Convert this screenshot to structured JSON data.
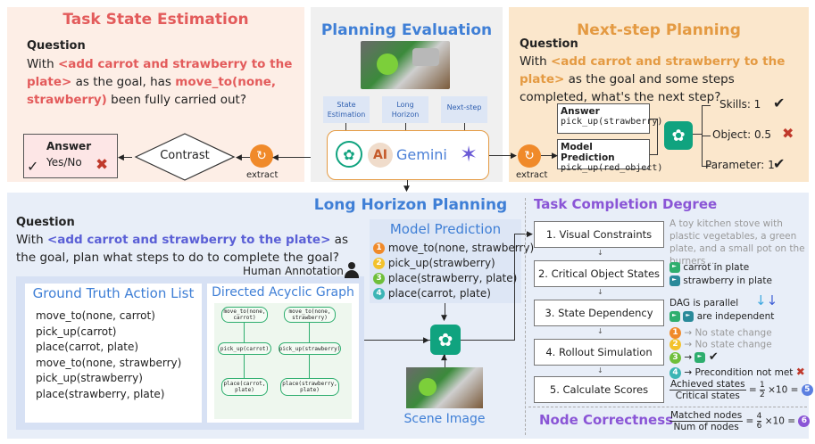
{
  "task_state": {
    "title": "Task State Estimation",
    "question_label": "Question",
    "q_pre": "With ",
    "q_goal": "<add carrot and strawberry to the plate>",
    "q_mid": " as the goal, has ",
    "q_action": "move_to(none, strawberry)",
    "q_post": " been fully carried out?",
    "answer_label": "Answer",
    "answer_value": "Yes/No",
    "contrast_label": "Contrast",
    "extract_label": "extract"
  },
  "planning_eval": {
    "title": "Planning Evaluation",
    "tags": [
      "State\nEstimation",
      "Long\nHorizon",
      "Next-step"
    ],
    "models": [
      "Gemini"
    ]
  },
  "next_step": {
    "title": "Next-step Planning",
    "question_label": "Question",
    "q_pre": "With ",
    "q_goal": "<add carrot and strawberry to the plate>",
    "q_post": " as the goal and some steps completed, what's the next step?",
    "answer_label": "Answer",
    "answer_value": "pick_up(strawberry)",
    "pred_label": "Model Prediction",
    "pred_value": "pick_up(red_object)",
    "skills": "Skills: 1",
    "object": "Object: 0.5",
    "parameter": "Parameter: 1",
    "extract_label": "extract"
  },
  "long_horizon": {
    "title": "Long Horizon Planning",
    "question_label": "Question",
    "q_pre": "With ",
    "q_goal": "<add carrot and strawberry to the plate>",
    "q_post": " as the goal, plan what steps to do to complete the goal?",
    "human_annotation": "Human Annotation",
    "gt_title": "Ground Truth Action List",
    "gt_actions": [
      "move_to(none, carrot)",
      "pick_up(carrot)",
      "place(carrot, plate)",
      "move_to(none, strawberry)",
      "pick_up(strawberry)",
      "place(strawberry, plate)"
    ],
    "dag_title": "Directed Acyclic Graph",
    "dag_nodes": [
      "move_to(none,\ncarrot)",
      "move_to(none,\nstrawberry)",
      "pick_up(carrot)",
      "pick_up(strawberry)",
      "place(carrot,\nplate)",
      "place(strawberry,\nplate)"
    ],
    "pred_title": "Model Prediction",
    "pred_actions": [
      "move_to(none, strawberry)",
      "pick_up(strawberry)",
      "place(strawberry, plate)",
      "place(carrot, plate)"
    ],
    "scene_label": "Scene Image"
  },
  "completion": {
    "title": "Task Completion Degree",
    "steps": [
      "1. Visual Constraints",
      "2. Critical Object States",
      "3. State Dependency",
      "4. Rollout Simulation",
      "5. Calculate Scores"
    ],
    "visual_desc": "A toy kitchen stove with plastic vegetables, a green plate, and a small pot on the burners ...",
    "obj_states": [
      "carrot in plate",
      "strawberry in plate"
    ],
    "dag_parallel": "DAG is parallel",
    "independent": "are independent",
    "rollout": [
      "No state change",
      "No state change",
      "",
      "Precondition not met"
    ],
    "score_num": "Achieved states",
    "score_den": "Critical states",
    "score_frac_num": "1",
    "score_frac_den": "2",
    "score_mult": "×10 =",
    "score_result": "5",
    "node_title": "Node Correctness",
    "node_num": "Matched nodes",
    "node_den": "Num of nodes",
    "node_frac_num": "4",
    "node_frac_den": "6",
    "node_result": "6"
  },
  "colors": {
    "red_panel": "#fdeee6",
    "gray_panel": "#f0f0f0",
    "orange_panel": "#fbe7cc",
    "blue_panel": "#e8eef8",
    "inner_blue": "#d7e1f4"
  }
}
